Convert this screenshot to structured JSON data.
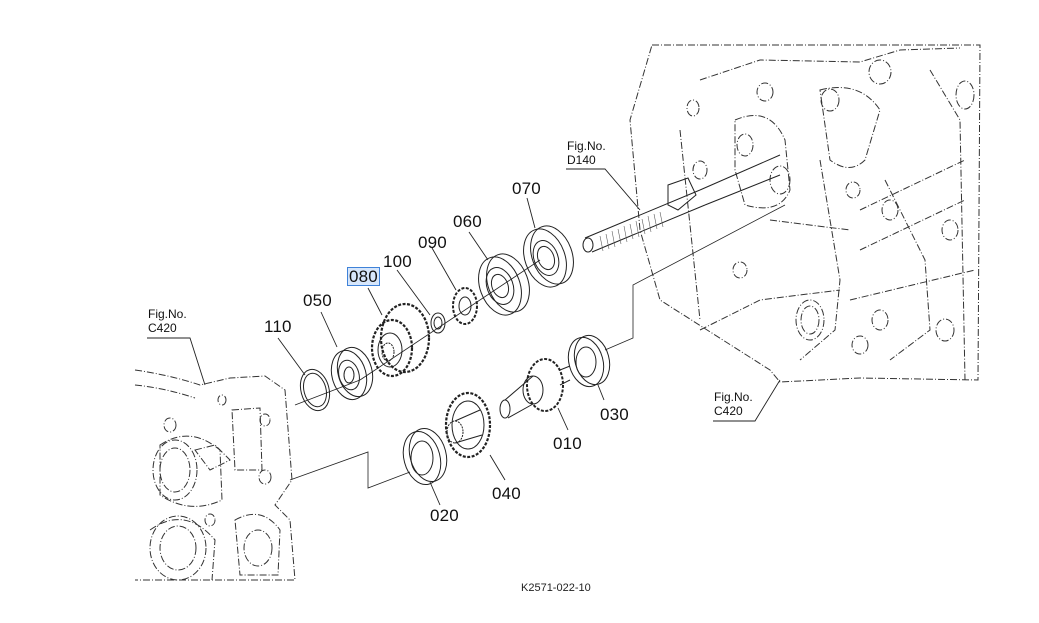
{
  "diagram": {
    "drawing_code": "K2571-022-10",
    "selected_part": "080",
    "parts": [
      {
        "id": "p010",
        "number": "010",
        "kind": "gear-shaft"
      },
      {
        "id": "p020",
        "number": "020",
        "kind": "ball-bearing"
      },
      {
        "id": "p030",
        "number": "030",
        "kind": "ball-bearing"
      },
      {
        "id": "p040",
        "number": "040",
        "kind": "gear"
      },
      {
        "id": "p050",
        "number": "050",
        "kind": "ball-bearing"
      },
      {
        "id": "p060",
        "number": "060",
        "kind": "ball-bearing"
      },
      {
        "id": "p070",
        "number": "070",
        "kind": "ball-bearing"
      },
      {
        "id": "p080",
        "number": "080",
        "kind": "double-gear"
      },
      {
        "id": "p090",
        "number": "090",
        "kind": "small-gear"
      },
      {
        "id": "p100",
        "number": "100",
        "kind": "collar"
      },
      {
        "id": "p110",
        "number": "110",
        "kind": "shim"
      }
    ],
    "figure_refs": [
      {
        "id": "ref-left",
        "line1": "Fig.No.",
        "line2": "C420"
      },
      {
        "id": "ref-shaft",
        "line1": "Fig.No.",
        "line2": "D140"
      },
      {
        "id": "ref-right",
        "line1": "Fig.No.",
        "line2": "C420"
      }
    ],
    "highlight_color": "#d6e6fb",
    "highlight_border": "#3f82d8"
  }
}
